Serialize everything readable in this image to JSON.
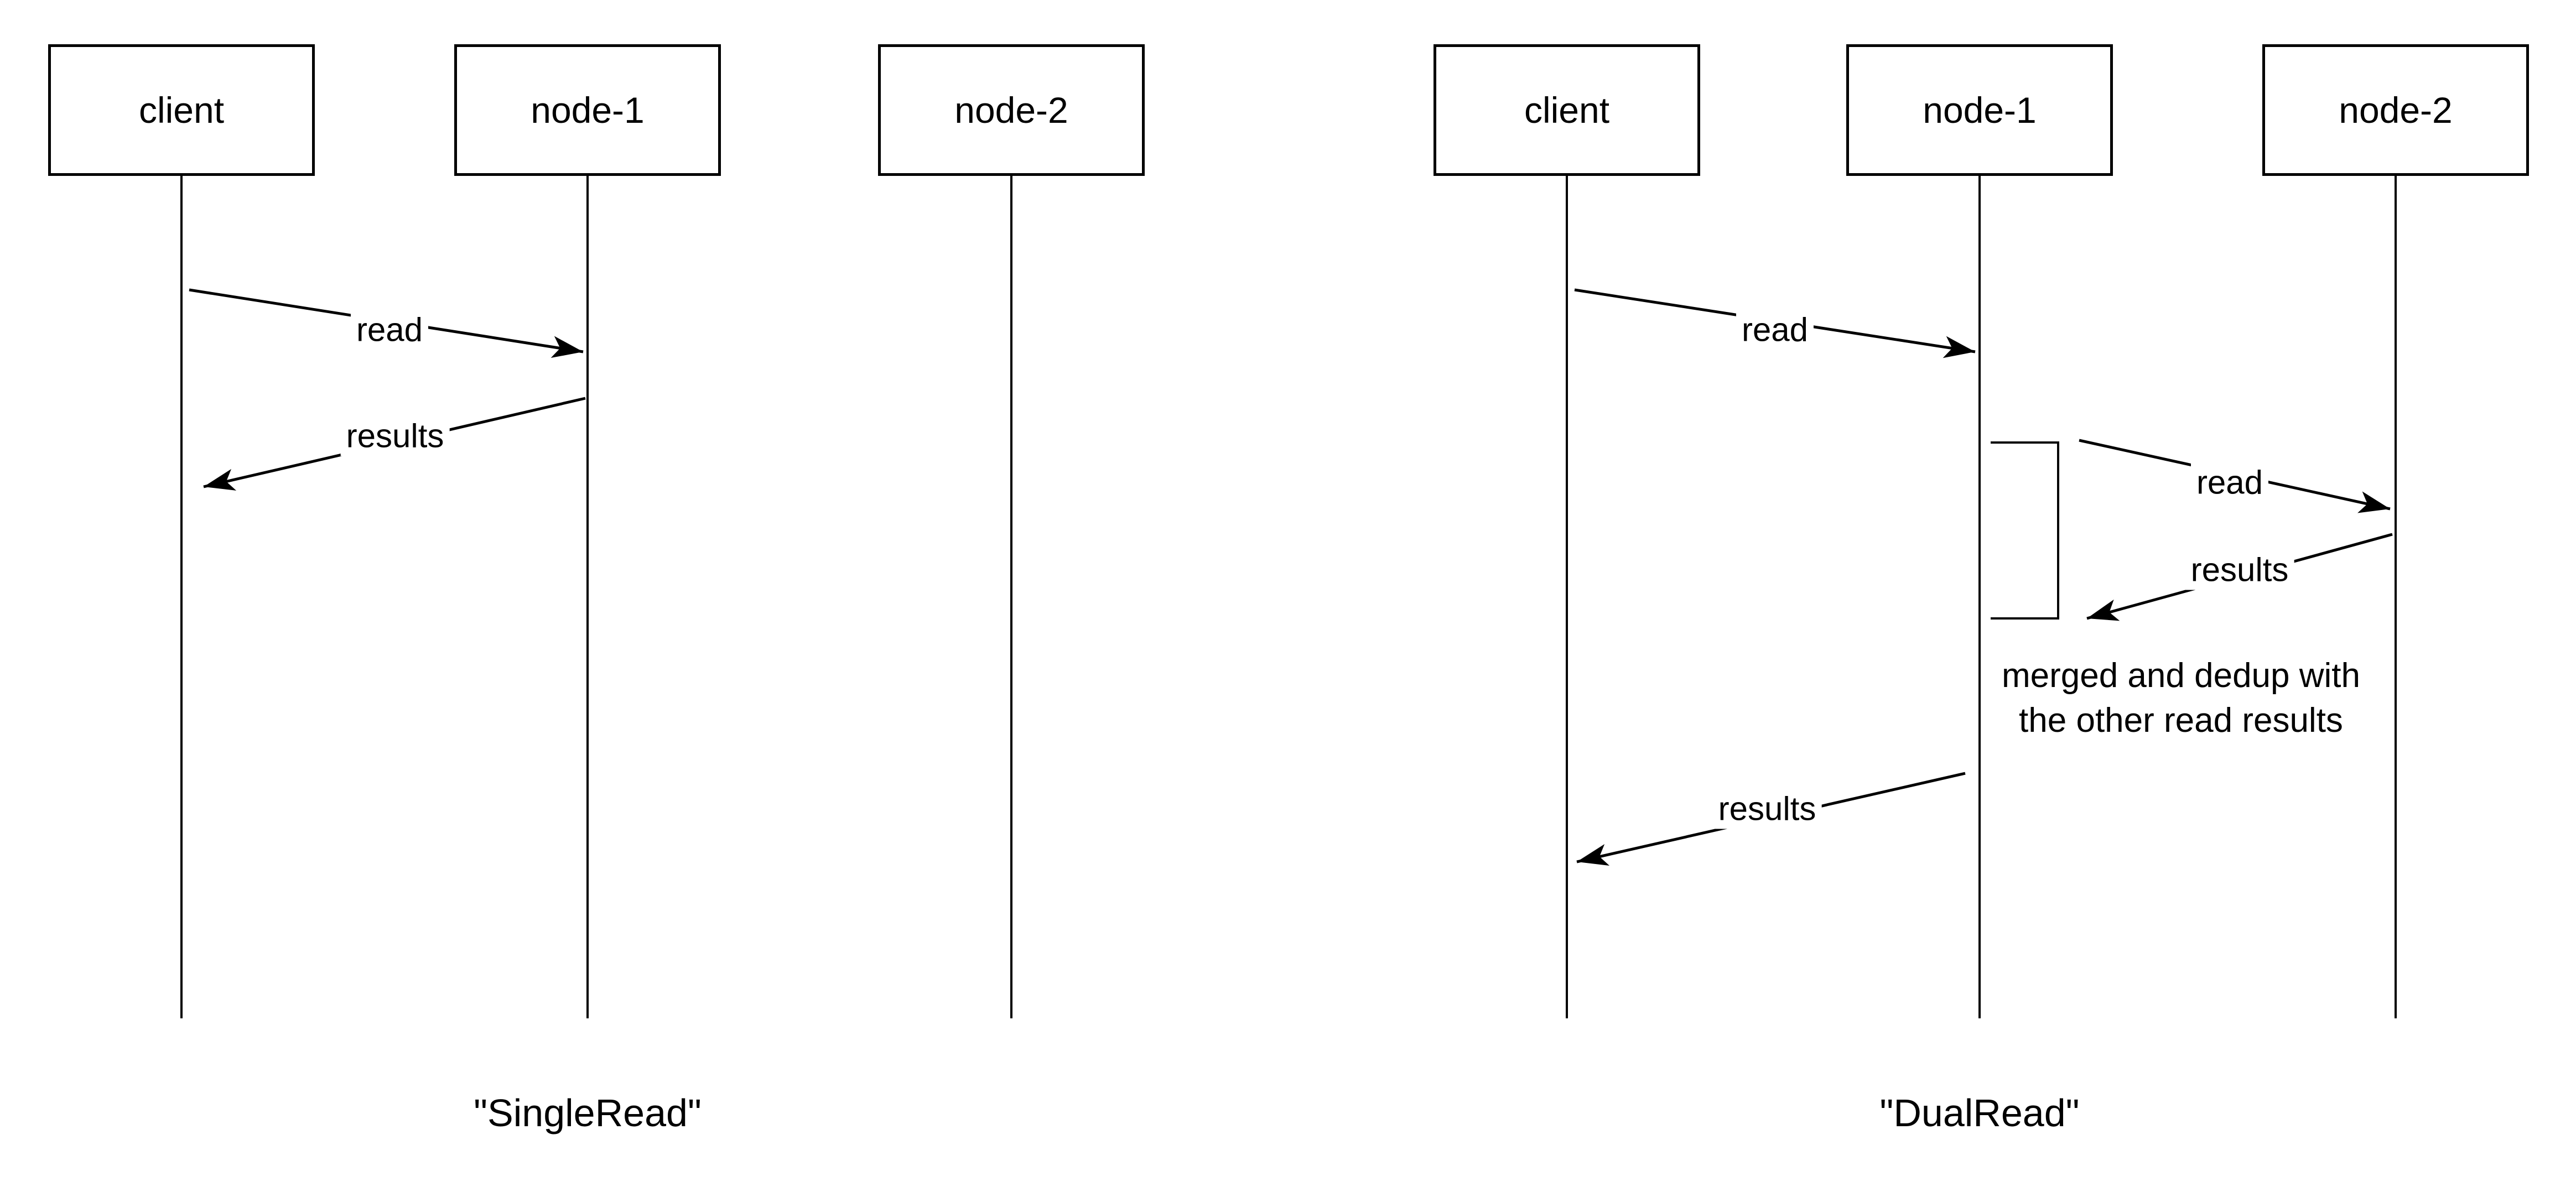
{
  "canvas": {
    "background": "#ffffff",
    "stroke_color": "#000000"
  },
  "diagrams": [
    {
      "caption": "\"SingleRead\"",
      "actors": [
        {
          "label": "client"
        },
        {
          "label": "node-1"
        },
        {
          "label": "node-2"
        }
      ],
      "messages": [
        {
          "label": "read",
          "from": "client",
          "to": "node-1"
        },
        {
          "label": "results",
          "from": "node-1",
          "to": "client"
        }
      ]
    },
    {
      "caption": "\"DualRead\"",
      "actors": [
        {
          "label": "client"
        },
        {
          "label": "node-1"
        },
        {
          "label": "node-2"
        }
      ],
      "messages": [
        {
          "label": "read",
          "from": "client",
          "to": "node-1"
        },
        {
          "label": "read",
          "from": "node-1",
          "to": "node-2"
        },
        {
          "label": "results",
          "from": "node-2",
          "to": "node-1"
        },
        {
          "label": "results",
          "from": "node-1",
          "to": "client"
        }
      ],
      "note": {
        "line1": "merged and dedup with",
        "line2": "the other read results"
      }
    }
  ]
}
